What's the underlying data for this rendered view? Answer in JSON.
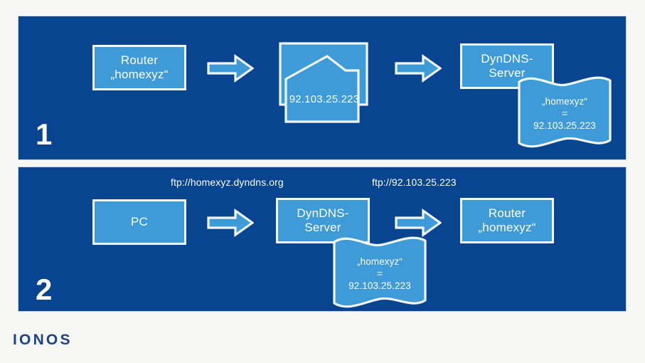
{
  "theme": {
    "background": "#f7f7f5",
    "panel_fill": "#08448f",
    "panel_border": "#c8d4e4",
    "node_fill": "#3f9ad8",
    "node_border": "#f2f6fa",
    "text_on_dark": "#ffffff",
    "brand_color": "#1f4288"
  },
  "brand": {
    "logo_text": "IONOS"
  },
  "steps": [
    {
      "number": "1",
      "nodes": {
        "router": "Router\n„homexyz“",
        "envelope_ip": "92.103.25.223",
        "dyndns": "DynDNS-\nServer"
      },
      "flag": {
        "line1": "„homexyz“",
        "line2": "=",
        "line3": "92.103.25.223"
      },
      "arrows": [
        "arrow-right-icon",
        "arrow-right-icon"
      ]
    },
    {
      "number": "2",
      "captions": {
        "left": "ftp://homexyz.dyndns.org",
        "right": "ftp://92.103.25.223"
      },
      "nodes": {
        "pc": "PC",
        "dyndns": "DynDNS-\nServer",
        "router": "Router\n„homexyz“"
      },
      "flag": {
        "line1": "„homexyz“",
        "line2": "=",
        "line3": "92.103.25.223"
      },
      "arrows": [
        "arrow-right-icon",
        "arrow-right-icon"
      ]
    }
  ]
}
